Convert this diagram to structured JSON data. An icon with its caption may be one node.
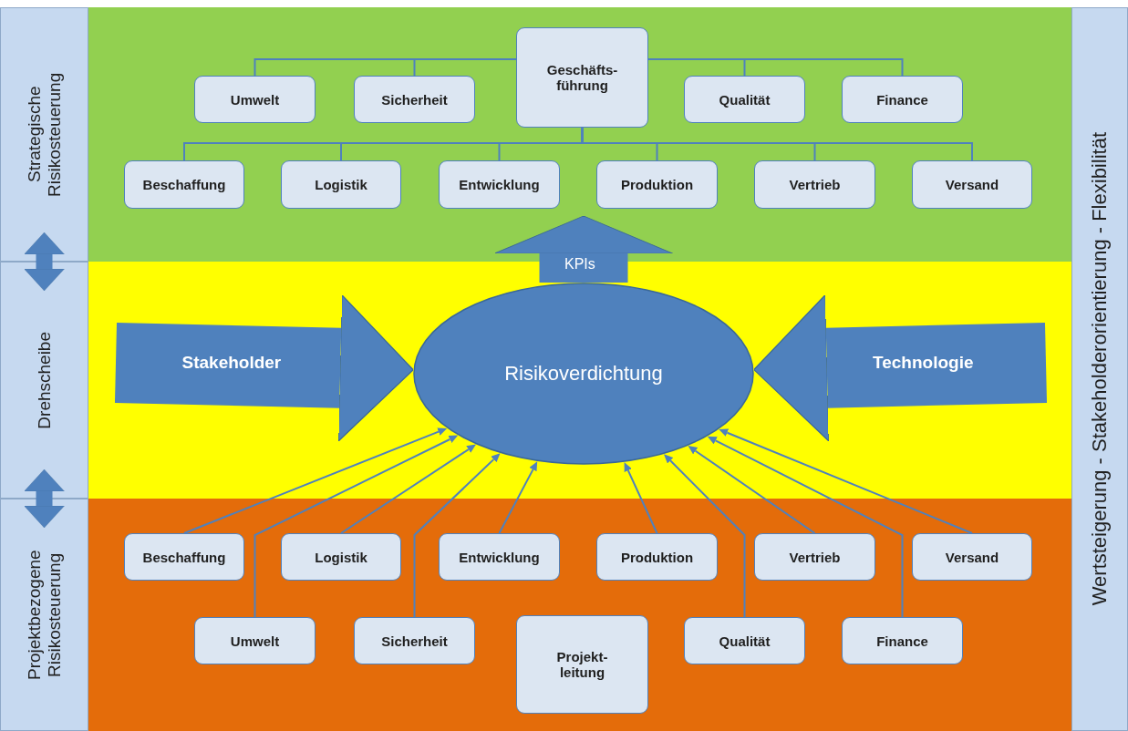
{
  "diagram": {
    "nodes": [
      {
        "text": [
          "Strategische Risikosteuerung"
        ]
      },
      {
        "text": [],
        "shape": "band"
      },
      {
        "text": [
          "Geschäfts- führung"
        ],
        "in": 1
      },
      {
        "text": [
          "Umwelt"
        ],
        "in": 1
      },
      {
        "text": [
          "Sicherheit"
        ],
        "in": 1
      },
      {
        "text": [
          "Qualität"
        ],
        "in": 1
      },
      {
        "text": [
          "Finance"
        ],
        "in": 1
      },
      {
        "text": [
          "Beschaffung"
        ],
        "in": 1
      },
      {
        "text": [
          "Logistik"
        ],
        "in": 1
      },
      {
        "text": [
          "Entwicklung"
        ],
        "in": 1
      },
      {
        "text": [
          "Produktion"
        ],
        "in": 1
      },
      {
        "text": [
          "Vertrieb"
        ],
        "in": 1
      },
      {
        "text": [
          "Versand"
        ],
        "in": 1
      },
      {
        "text": [
          "Drehscheibe"
        ]
      },
      {
        "text": [],
        "shape": "band"
      },
      {
        "text": [
          "Risikoverdichtung"
        ],
        "in": 14
      },
      {
        "text": [
          "Projektbezogene Risikosteuerung"
        ]
      },
      {
        "text": [],
        "shape": "band"
      },
      {
        "text": [
          "Beschaffung"
        ],
        "in": 17
      },
      {
        "text": [
          "Logistik"
        ],
        "in": 17
      },
      {
        "text": [
          "Entwicklung"
        ],
        "in": 17
      },
      {
        "text": [
          "Produktion"
        ],
        "in": 17
      },
      {
        "text": [
          "Vertrieb"
        ],
        "in": 17
      },
      {
        "text": [
          "Versand"
        ],
        "in": 17
      },
      {
        "text": [
          "Umwelt"
        ],
        "in": 17
      },
      {
        "text": [
          "Sicherheit"
        ],
        "in": 17
      },
      {
        "text": [
          "Projekt- leitung"
        ],
        "in": 17
      },
      {
        "text": [
          "Qualität"
        ],
        "in": 17
      },
      {
        "text": [
          "Finance"
        ],
        "in": 17
      },
      {
        "text": [
          "Wertsteigerung - Stakeholderorientierung - Flexibilität"
        ]
      }
    ],
    "edges": [
      {
        "from": 0,
        "to": 13,
        "arrow": "both",
        "style": "thick"
      },
      {
        "from": 13,
        "to": 16,
        "arrow": "both",
        "style": "thick"
      },
      {
        "from": 2,
        "to": 3,
        "arrow": "none"
      },
      {
        "from": 2,
        "to": 4,
        "arrow": "none"
      },
      {
        "from": 2,
        "to": 5,
        "arrow": "none"
      },
      {
        "from": 2,
        "to": 6,
        "arrow": "none"
      },
      {
        "from": 2,
        "to": 7,
        "arrow": "none"
      },
      {
        "from": 2,
        "to": 8,
        "arrow": "none"
      },
      {
        "from": 2,
        "to": 9,
        "arrow": "none"
      },
      {
        "from": 2,
        "to": 10,
        "arrow": "none"
      },
      {
        "from": 2,
        "to": 11,
        "arrow": "none"
      },
      {
        "from": 2,
        "to": 12,
        "arrow": "none"
      },
      {
        "from": 18,
        "to": 15,
        "arrow": "to"
      },
      {
        "from": 19,
        "to": 15,
        "arrow": "to"
      },
      {
        "from": 20,
        "to": 15,
        "arrow": "to"
      },
      {
        "from": 21,
        "to": 15,
        "arrow": "to"
      },
      {
        "from": 22,
        "to": 15,
        "arrow": "to"
      },
      {
        "from": 23,
        "to": 15,
        "arrow": "to"
      },
      {
        "from": 24,
        "to": 15,
        "arrow": "to"
      },
      {
        "from": 25,
        "to": 15,
        "arrow": "to"
      },
      {
        "from": 27,
        "to": 15,
        "arrow": "to"
      },
      {
        "from": 28,
        "to": 15,
        "arrow": "to"
      },
      {
        "from": null,
        "to": 15,
        "label": "Stakeholder",
        "arrow": "to",
        "style": "thick"
      },
      {
        "from": null,
        "to": 15,
        "label": "Technologie",
        "arrow": "to",
        "style": "thick"
      },
      {
        "from": 15,
        "to": 1,
        "label": "KPIs",
        "arrow": "to",
        "style": "thick"
      }
    ]
  }
}
